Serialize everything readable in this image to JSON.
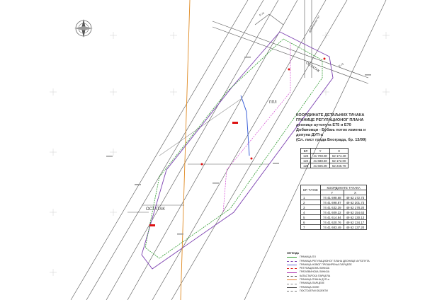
{
  "title_lines": [
    "КООРДИНАТЕ ДЕТАЉНИХ ТАЧАКА",
    "ГРАНИЦЕ РЕГУЛАЦИОНОГ ПЛАНА",
    "деонице аутопута Е75 и Е70",
    "Добановци - Бубањ поток измена и",
    "допуна ДУП-а",
    "(Сл. лист града Београда, бр. 13/99)"
  ],
  "table_primary": {
    "headers": [
      "БР.",
      "Y",
      "X"
    ],
    "rows": [
      [
        "123",
        "41 708.00",
        "62 174.40"
      ],
      [
        "124",
        "41 688.50",
        "62 172.00"
      ],
      [
        "125",
        "41 605.00",
        "62 246.70"
      ]
    ]
  },
  "table_points": {
    "headers": [
      "БР. ТАЧКЕ",
      "КООРДИНАТЕ ТАЧАКА"
    ],
    "subheaders": [
      "Y",
      "X"
    ],
    "rows": [
      [
        "1",
        "74 41 698.68",
        "49 62 172.73"
      ],
      [
        "2",
        "74 41 698.87",
        "49 62 201.73"
      ],
      [
        "3",
        "74 41 632.39",
        "49 62 178.20"
      ],
      [
        "4",
        "74 41 609.22",
        "49 62 154.63"
      ],
      [
        "5",
        "74 41 614.84",
        "49 62 130.13"
      ],
      [
        "6",
        "74 41 620.76",
        "49 62 134.17"
      ],
      [
        "7",
        "74 41 683.49",
        "49 62 137.20"
      ]
    ]
  },
  "map_labels": {
    "ostatak_left": "ОСТАТАК",
    "ostatak_top": "ОСТАТАК",
    "ppl": "ППЛ",
    "road_top_a": "Е-75",
    "road_top_b": "Е-75",
    "road_vertical": "Добановачки пут"
  },
  "legend": {
    "title": "ЛЕГЕНДА",
    "items": [
      "ГРАНИЦА ПЛ",
      "ГРАНИЦА РЕГУЛАЦИОНОГ ПЛАНА ДЕОНИЦЕ АУТОПУТА",
      "ГРАНИЦА НОВОГ ПРОШИРЕЊА ПАРЦЕЛЕ",
      "РЕГУЛАЦИОНА ЛИНИЈА",
      "ГРАЂЕВИНСКА ЛИНИЈА",
      "КАТАСТАРСКА ПАРЦЕЛА",
      "ГРАНИЦА ПЛАНА ДУП-а",
      "ГРАНИЦА ПАРЦЕЛЕ",
      "ГРАНИЦА ЗОНЕ",
      "ПОСТОЈЕЋИ ОБЈЕКТИ"
    ],
    "colors": [
      "#2e9a2e",
      "#7b3fb0",
      "#6a6ad8",
      "#d22",
      "#aa2aaa",
      "#555555",
      "#e07c2a",
      "#888888",
      "#444444",
      "#777777"
    ]
  },
  "colors": {
    "road": "#555555",
    "boundary_purple": "#7b3fb0",
    "boundary_green": "#2e9a2e",
    "orange_line": "#e08a22",
    "magenta_line": "#d44ad4",
    "blue_line": "#3a5fd8",
    "red_marks": "#d11"
  }
}
